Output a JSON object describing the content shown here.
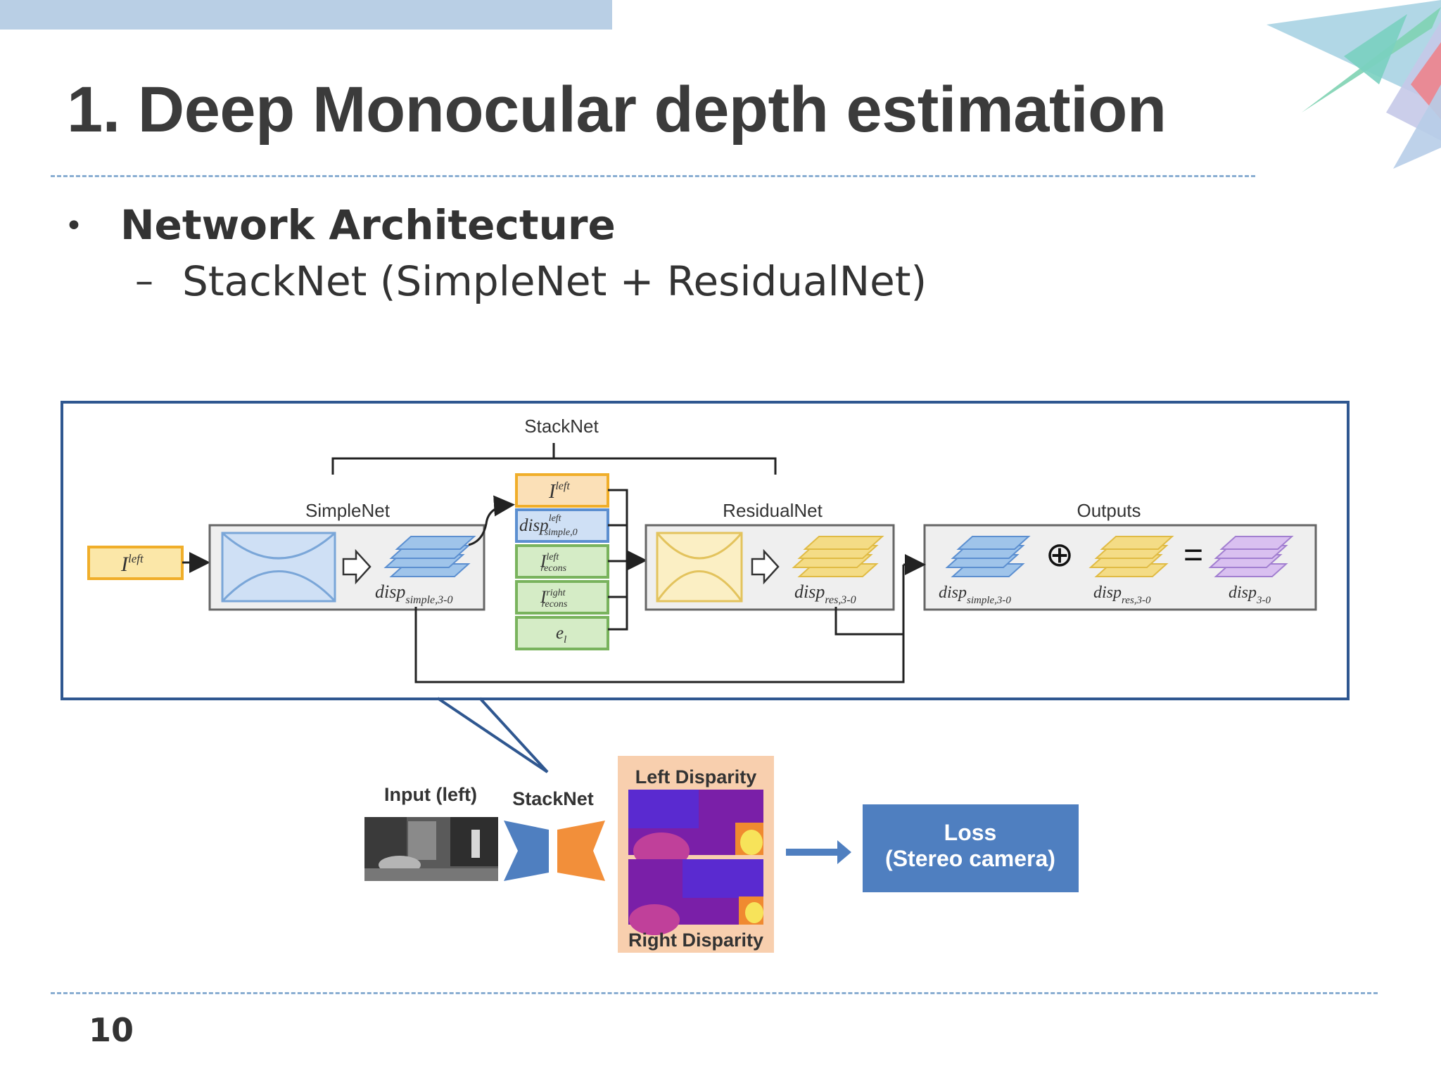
{
  "slide": {
    "title": "1. Deep Monocular depth estimation",
    "bullet": "Network Architecture",
    "sub_bullet": "StackNet (SimpleNet + ResidualNet)",
    "page_number": "10"
  },
  "colors": {
    "accent_bar": "#b9cfe5",
    "dashed_rule": "#8aaed2",
    "frame_border": "#2f5790",
    "simple_blue": "#9fc4ea",
    "residual_yellow": "#f4dc86",
    "output_purple": "#c9a8e8",
    "input_orange": "#f0ae2a",
    "stack_green": "#a3d38a",
    "loss_box": "#4f7fc0",
    "disparity_bg": "#f8cfae"
  },
  "diagram": {
    "stacknet_label": "StackNet",
    "simplenet_label": "SimpleNet",
    "residualnet_label": "ResidualNet",
    "outputs_label": "Outputs",
    "input_symbol": "I",
    "input_sup": "left",
    "disp_base": "disp",
    "simple_sub": "simple,3-0",
    "res_sub": "res,3-0",
    "final_sub": "3-0",
    "stack_item_disp_sub": "simple,0",
    "stack_left_sup": "left",
    "stack_right_sup": "right",
    "recons_sub": "recons",
    "error_symbol": "e",
    "error_sub": "l",
    "plus_sign": "⊕",
    "equals_sign": "="
  },
  "pipeline": {
    "input_label": "Input (left)",
    "stacknet_label": "StackNet",
    "left_disparity": "Left Disparity",
    "right_disparity": "Right Disparity",
    "loss_line1": "Loss",
    "loss_line2": "(Stereo camera)"
  }
}
